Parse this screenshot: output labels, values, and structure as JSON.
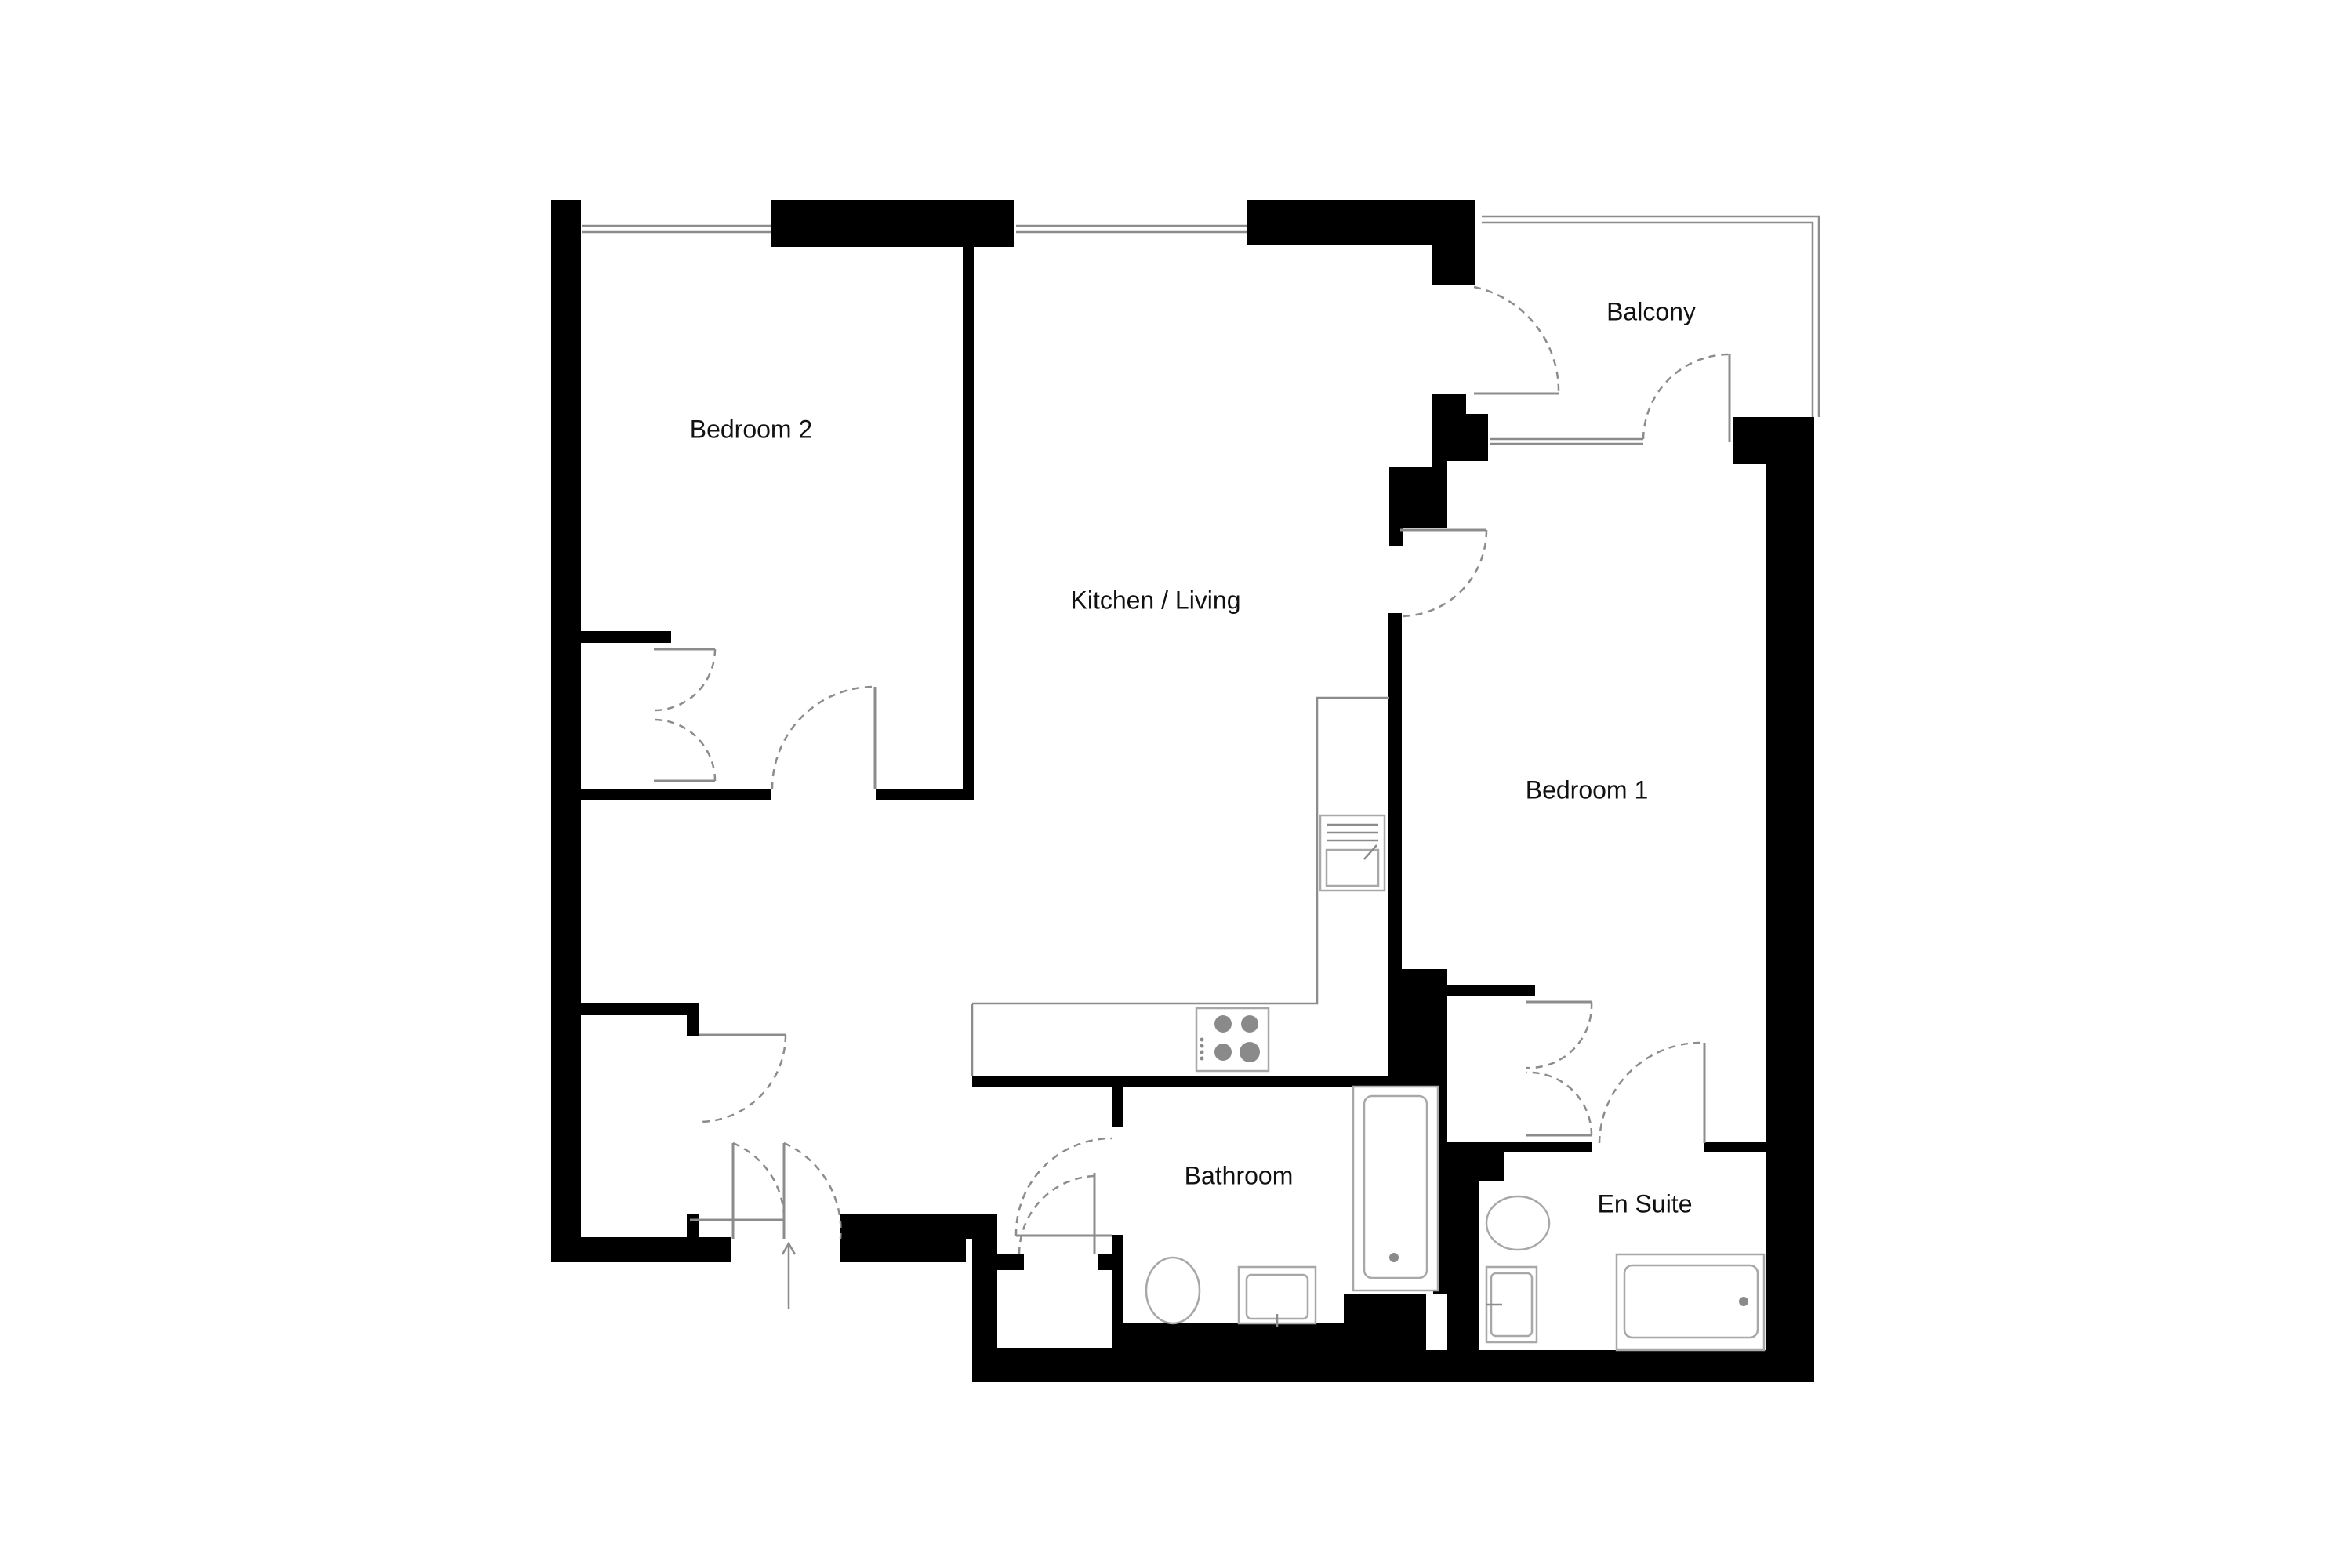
{
  "plan": {
    "rooms": {
      "bedroom_2": "Bedroom 2",
      "kitchen_living": "Kitchen / Living",
      "balcony": "Balcony",
      "bedroom_1": "Bedroom 1",
      "bathroom": "Bathroom",
      "en_suite": "En Suite"
    },
    "icons": {
      "entrance": "entrance-arrow-icon",
      "hob": "hob-icon",
      "sink": "sink-icon",
      "toilet": "toilet-icon",
      "bath": "bath-icon"
    },
    "colors": {
      "wall": "#000000",
      "fixture_line": "#a8a8a8",
      "door_line": "#8c8c8c",
      "label": "#111111"
    }
  }
}
